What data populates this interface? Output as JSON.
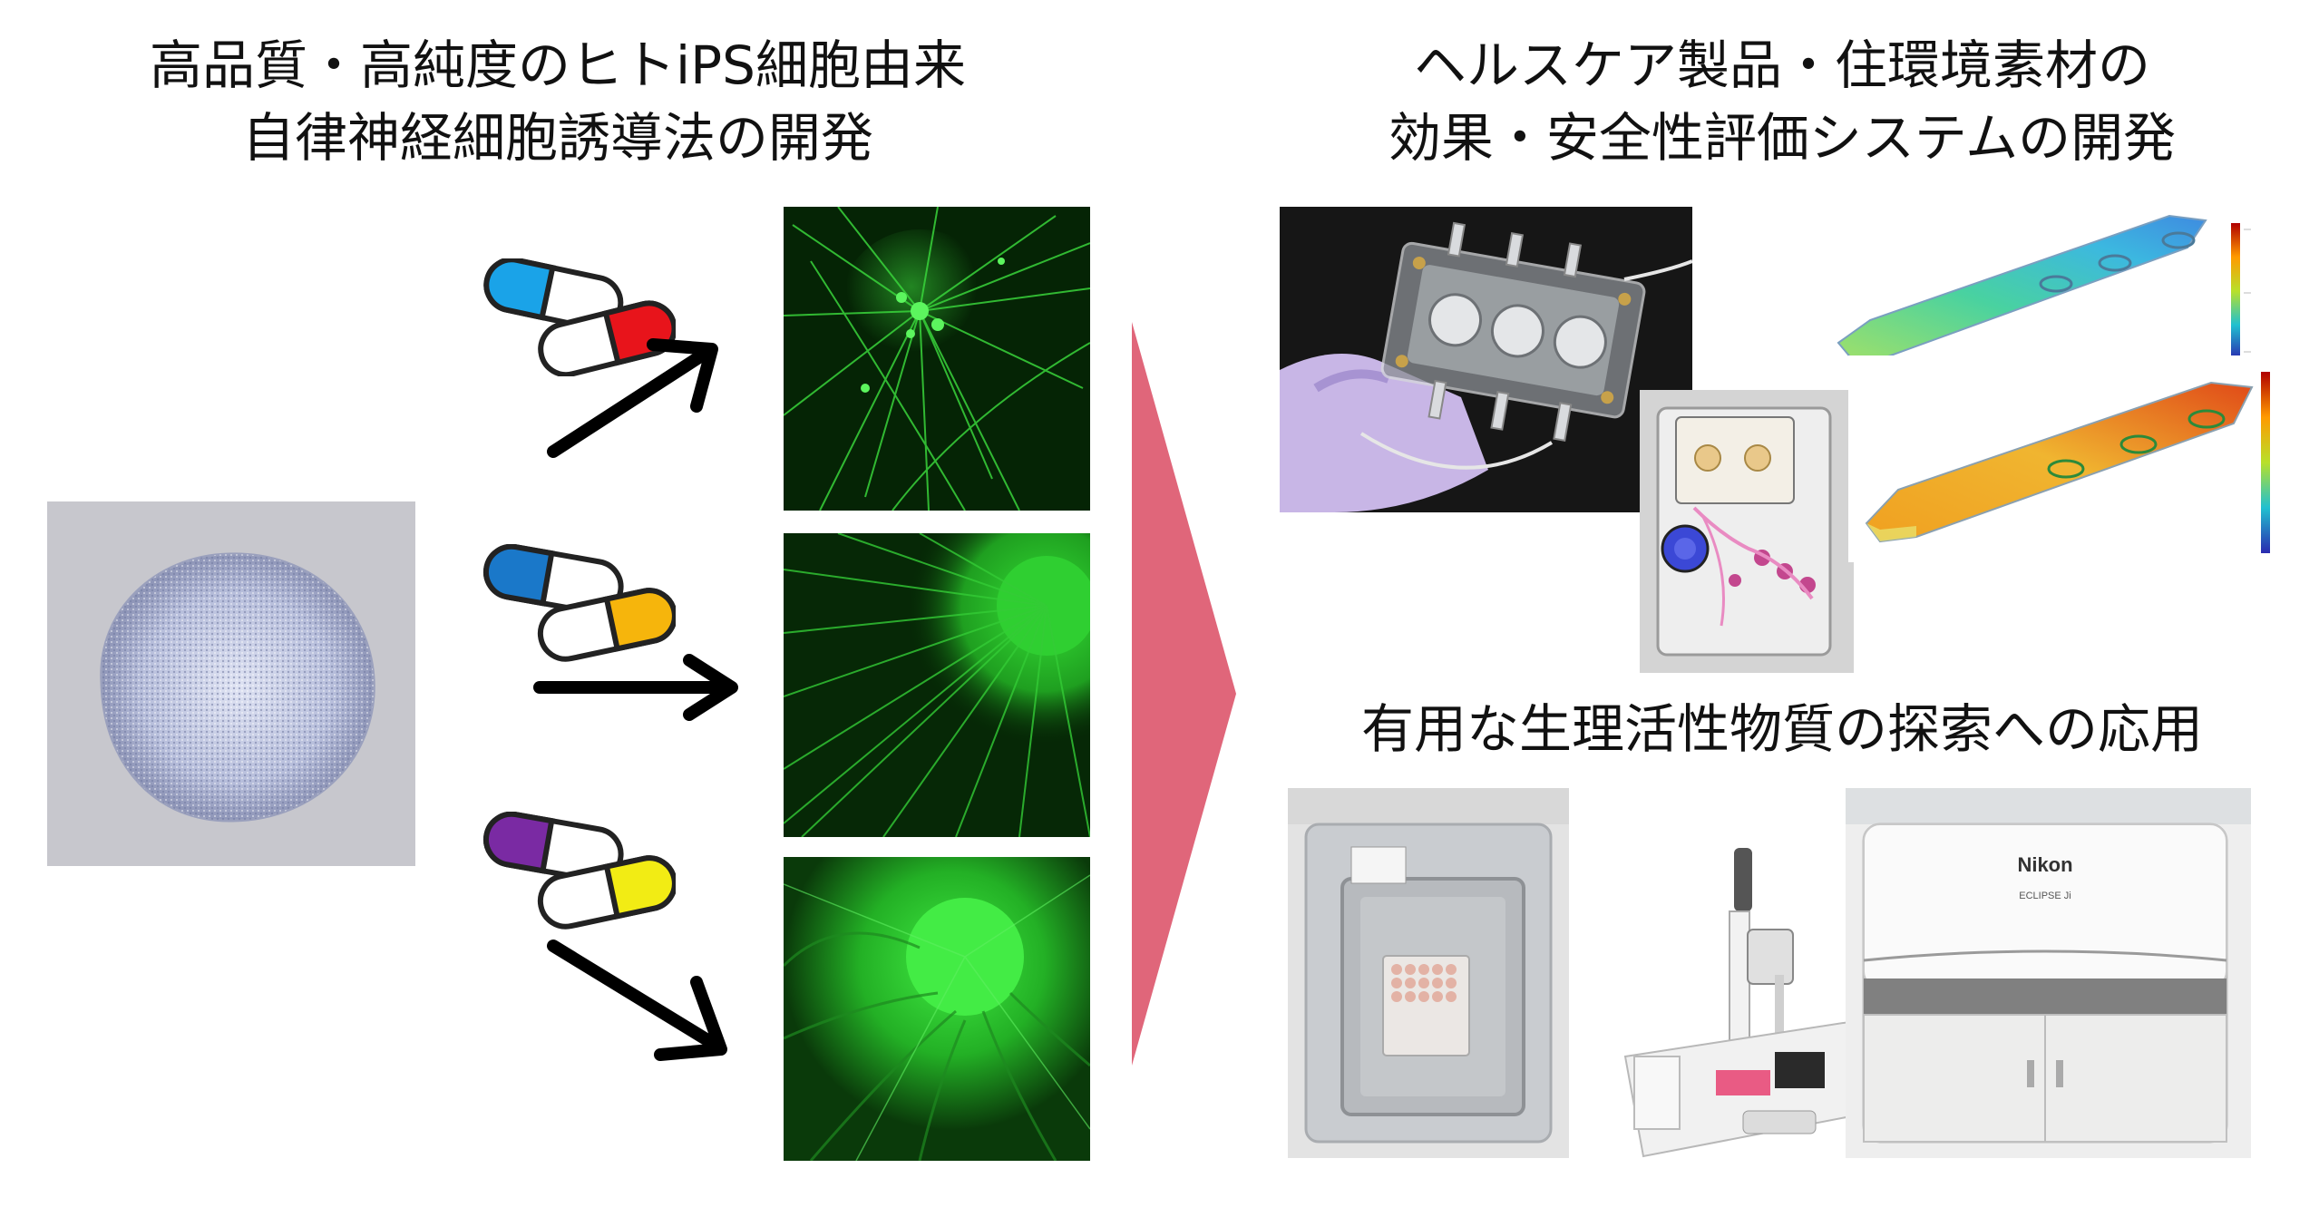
{
  "left_title": {
    "line1": "高品質・高純度のヒトiPS細胞由来",
    "line2": "自律神経細胞誘導法の開発"
  },
  "right_title": {
    "line1": "ヘルスケア製品・住環境素材の",
    "line2": "効果・安全性評価システムの開発"
  },
  "right_caption": "有用な生理活性物質の探索への応用",
  "device_label": {
    "brand": "Nikon",
    "model": "ECLIPSE Ji"
  },
  "colors": {
    "arrow_big": "#e0667a",
    "neuron_green": "#2bd632",
    "capsule_pair_1": [
      "#1aa3e8",
      "#e8141b"
    ],
    "capsule_pair_2": [
      "#1a78c9",
      "#f6b50c"
    ],
    "capsule_pair_3": [
      "#7a2aa3",
      "#f2ec14"
    ]
  }
}
